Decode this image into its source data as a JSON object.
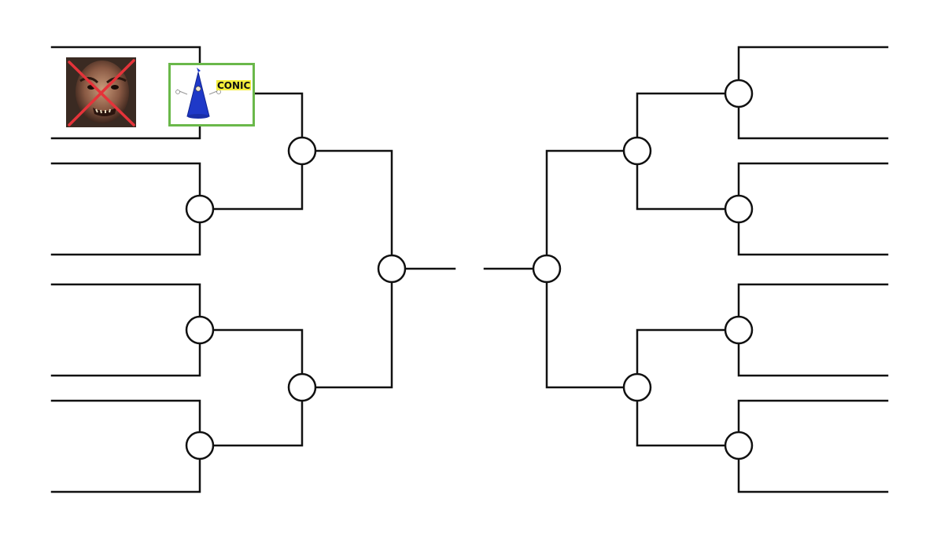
{
  "bracket": {
    "entrants": [
      {
        "name": "zombie-face",
        "status": "eliminated"
      },
      {
        "name": "conic-wizard",
        "label": "CONIC",
        "status": "advanced"
      }
    ]
  },
  "colors": {
    "line": "#111111",
    "elimination_x": "#e5333a",
    "winner_border": "#6ab84a",
    "wizard_cone": "#1f39c8",
    "label_highlight": "#f4ee3b"
  }
}
